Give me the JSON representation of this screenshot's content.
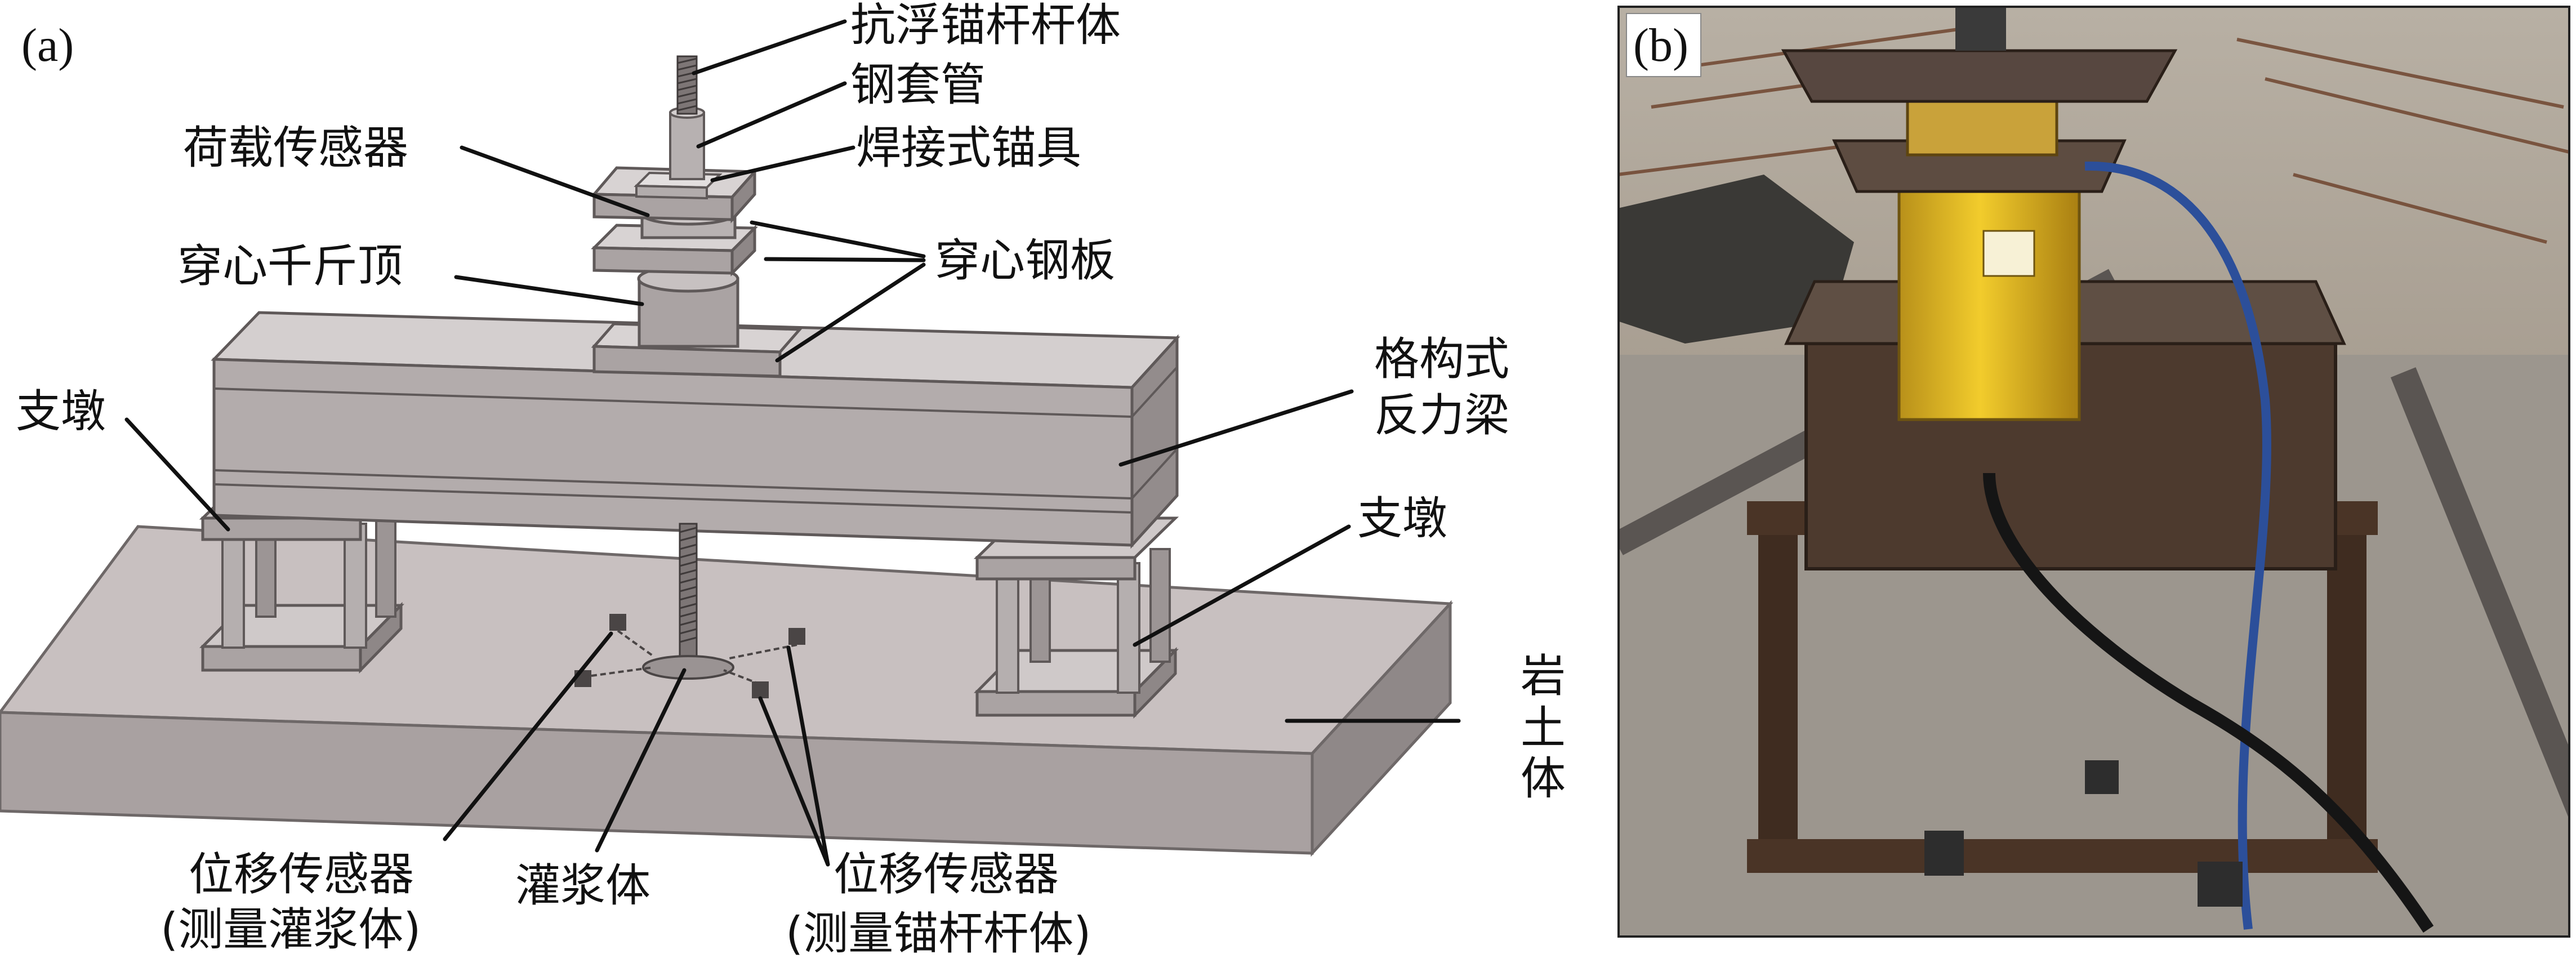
{
  "panel_a": {
    "tag": "(a)",
    "labels": {
      "anchor_body": "抗浮锚杆杆体",
      "steel_casing": "钢套管",
      "welded_anchorage": "焊接式锚具",
      "load_sensor": "荷载传感器",
      "hollow_jack": "穿心千斤顶",
      "hollow_plate": "穿心钢板",
      "support_left": "支墩",
      "lattice_beam_1": "格构式",
      "lattice_beam_2": "反力梁",
      "support_right": "支墩",
      "soil_1": "岩",
      "soil_2": "土",
      "soil_3": "体",
      "disp_grout_1": "位移传感器",
      "disp_grout_2": "(测量灌浆体)",
      "grout": "灌浆体",
      "disp_anchor_1": "位移传感器",
      "disp_anchor_2": "(测量锚杆杆体)"
    }
  },
  "panel_b": {
    "tag": "(b)"
  },
  "colors": {
    "steel_light": "#c9c4c4",
    "steel_mid": "#a8a2a2",
    "steel_dark": "#7d7676",
    "ground": "#bdb5b5",
    "jack_yellow": "#e7bf22",
    "hose_blue": "#2c4f9a"
  }
}
